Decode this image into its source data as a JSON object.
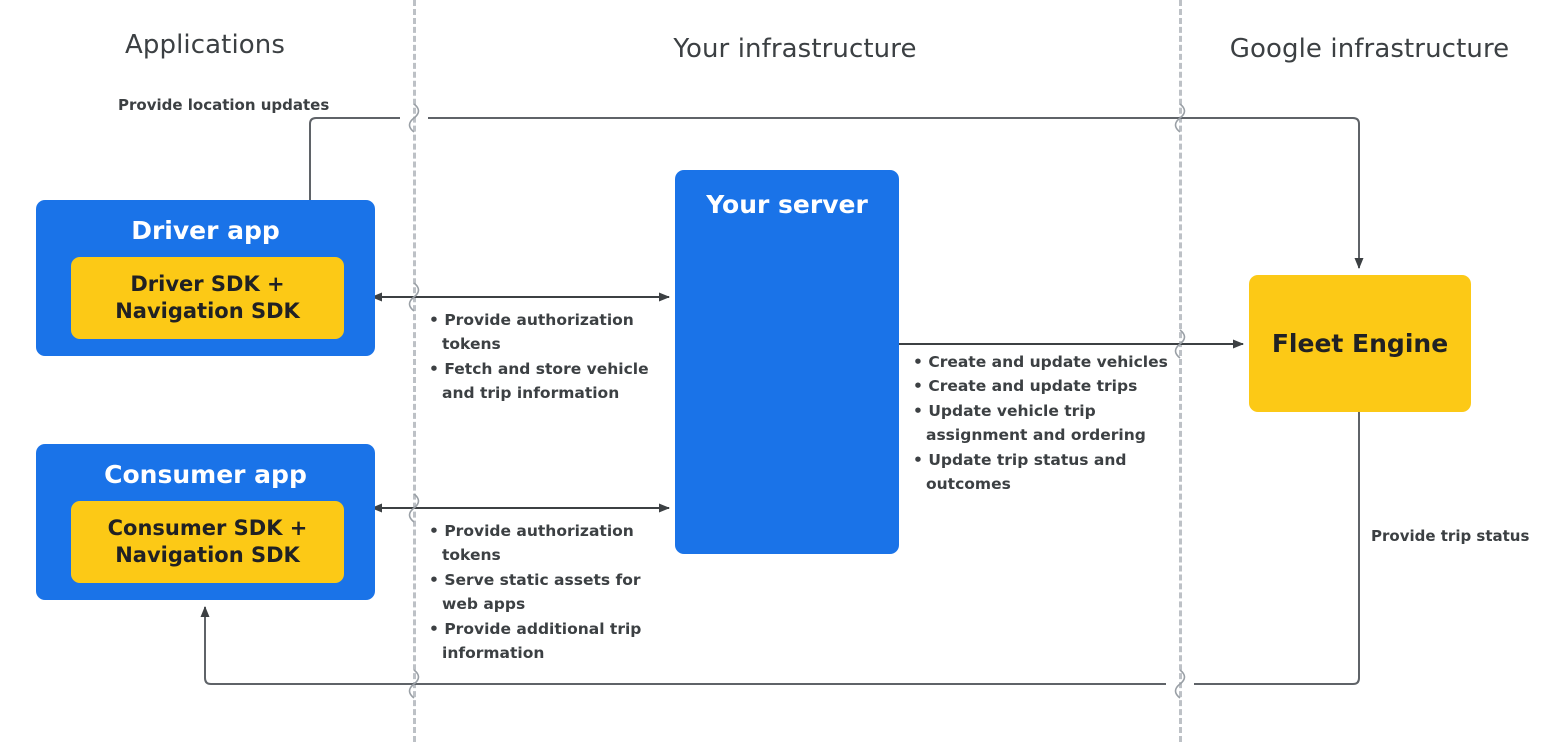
{
  "zones": {
    "applications": "Applications",
    "your_infrastructure": "Your infrastructure",
    "google_infrastructure": "Google infrastructure"
  },
  "boxes": {
    "driver_app": {
      "title": "Driver app",
      "sdk_line1": "Driver SDK +",
      "sdk_line2": "Navigation SDK"
    },
    "consumer_app": {
      "title": "Consumer app",
      "sdk_line1": "Consumer SDK +",
      "sdk_line2": "Navigation SDK"
    },
    "your_server": {
      "title": "Your server"
    },
    "fleet_engine": {
      "title": "Fleet Engine"
    }
  },
  "edges": {
    "location_updates": "Provide location updates",
    "trip_status": "Provide trip status",
    "driver_server": [
      "Provide authorization tokens",
      "Fetch and store vehicle and trip information"
    ],
    "consumer_server": [
      "Provide authorization tokens",
      "Serve static assets for web apps",
      "Provide additional trip information"
    ],
    "server_fleet": [
      "Create and update vehicles",
      "Create and update trips",
      "Update vehicle trip assignment and ordering",
      "Update trip status and outcomes"
    ]
  },
  "colors": {
    "blue": "#1a73e8",
    "yellow": "#fcc916",
    "text_dark": "#3c4043",
    "divider": "#bdc1c6",
    "connector": "#5f6368"
  }
}
